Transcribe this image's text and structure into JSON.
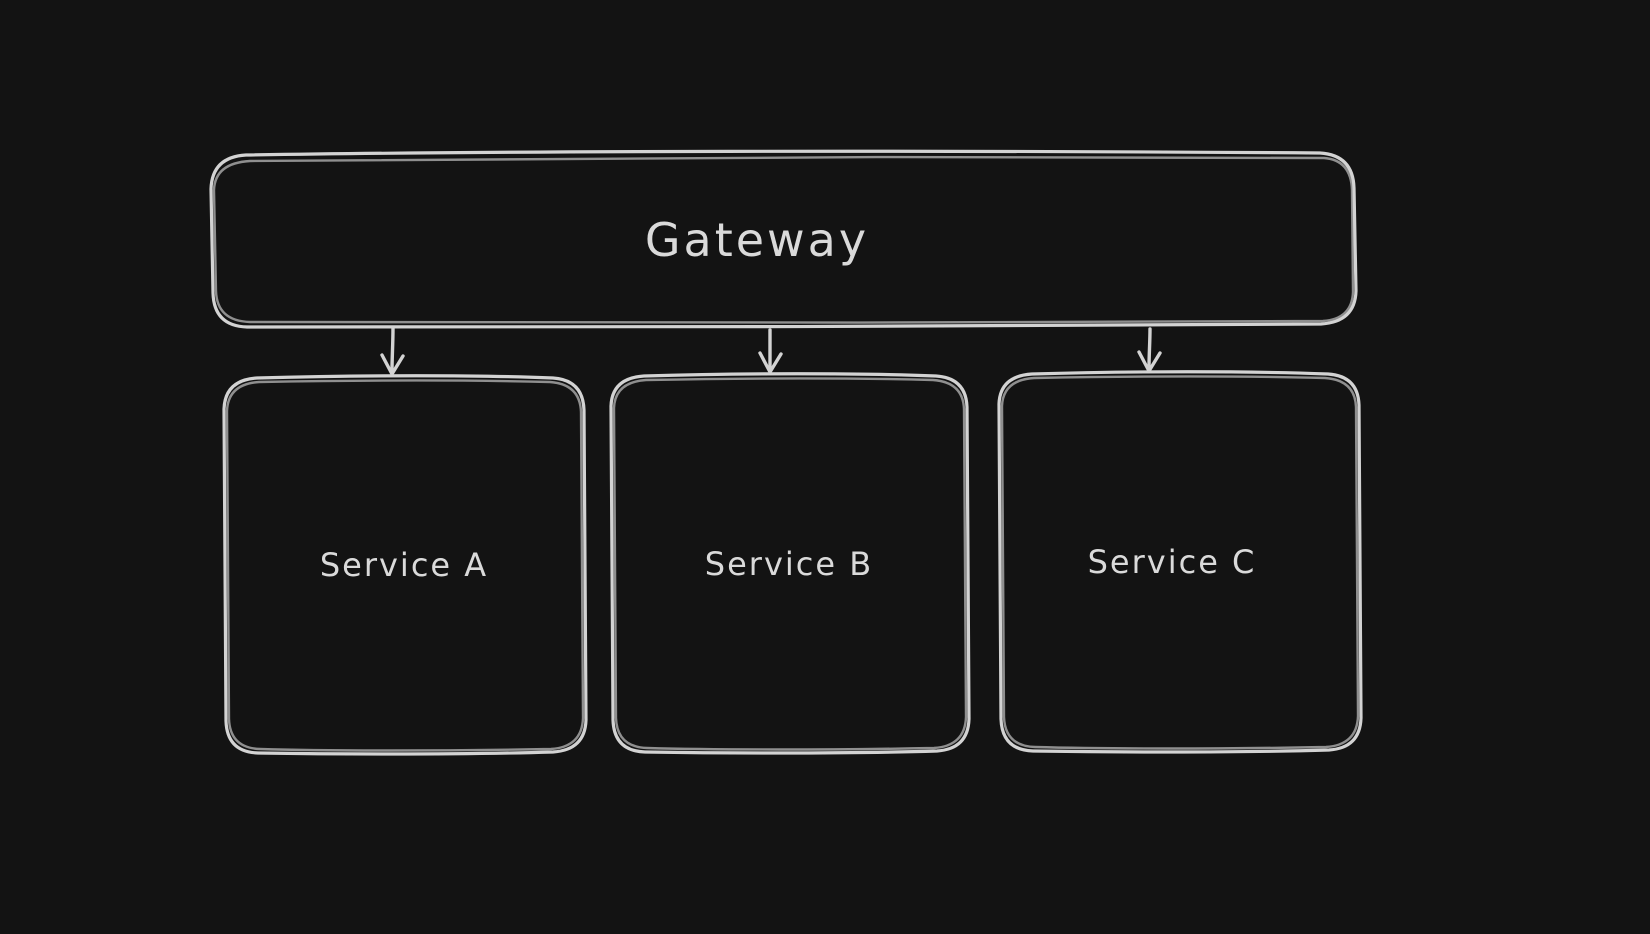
{
  "page": {
    "background_color": "#131313",
    "stroke_color": "#d3d3d3",
    "text_color": "#dadada"
  },
  "diagram": {
    "type": "flowchart",
    "style": "hand-drawn-whiteboard",
    "direction": "top-down",
    "nodes": [
      {
        "id": "gateway",
        "label": "Gateway",
        "shape": "rounded-rectangle"
      },
      {
        "id": "service-a",
        "label": "Service A",
        "shape": "rounded-rectangle"
      },
      {
        "id": "service-b",
        "label": "Service B",
        "shape": "rounded-rectangle"
      },
      {
        "id": "service-c",
        "label": "Service C",
        "shape": "rounded-rectangle"
      }
    ],
    "edges": [
      {
        "from": "gateway",
        "to": "service-a",
        "style": "arrow-down"
      },
      {
        "from": "gateway",
        "to": "service-b",
        "style": "arrow-down"
      },
      {
        "from": "gateway",
        "to": "service-c",
        "style": "arrow-down"
      }
    ]
  }
}
